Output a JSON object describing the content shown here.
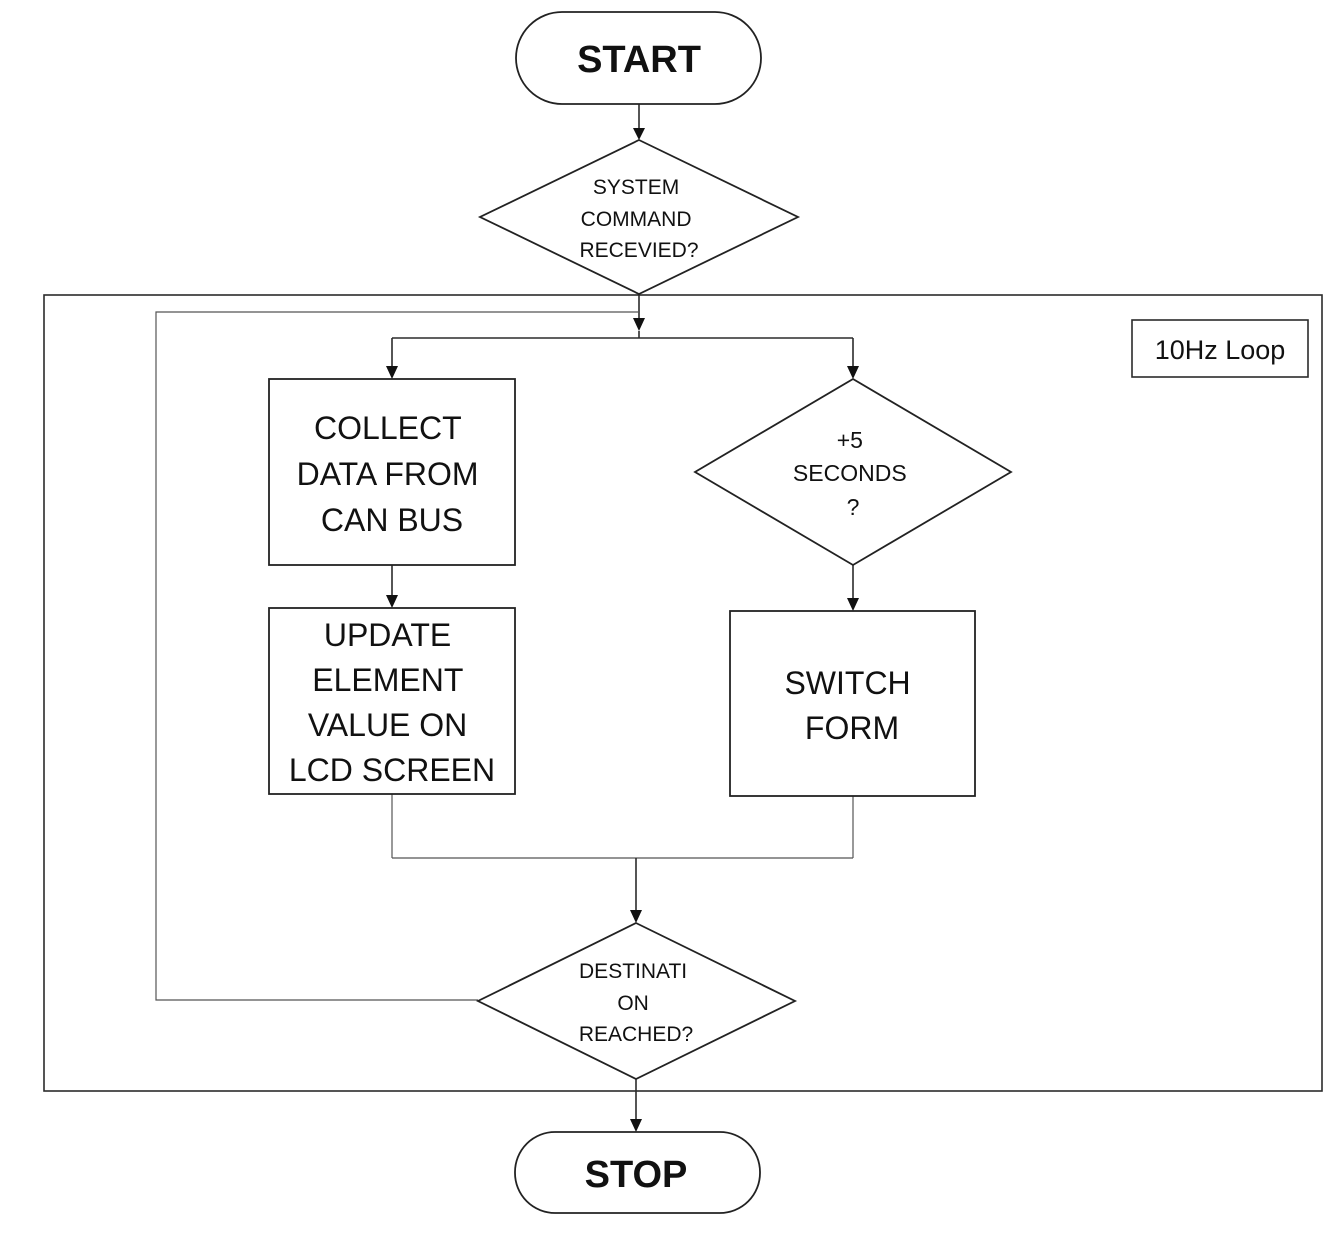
{
  "start": {
    "label": "START"
  },
  "decision_command": {
    "lines": [
      "SYSTEM",
      "COMMAND",
      "RECEVIED?"
    ]
  },
  "loop": {
    "label": "10Hz Loop"
  },
  "process_collect": {
    "lines": [
      "COLLECT",
      "DATA FROM",
      "CAN BUS"
    ]
  },
  "process_update": {
    "lines": [
      "UPDATE",
      "ELEMENT",
      "VALUE ON",
      "LCD SCREEN"
    ]
  },
  "decision_timer": {
    "lines": [
      "+5",
      "SECONDS",
      "?"
    ]
  },
  "process_switch": {
    "lines": [
      "SWITCH",
      "FORM"
    ]
  },
  "decision_destination": {
    "lines": [
      "DESTINATI",
      "ON",
      "REACHED?"
    ]
  },
  "stop": {
    "label": "STOP"
  }
}
